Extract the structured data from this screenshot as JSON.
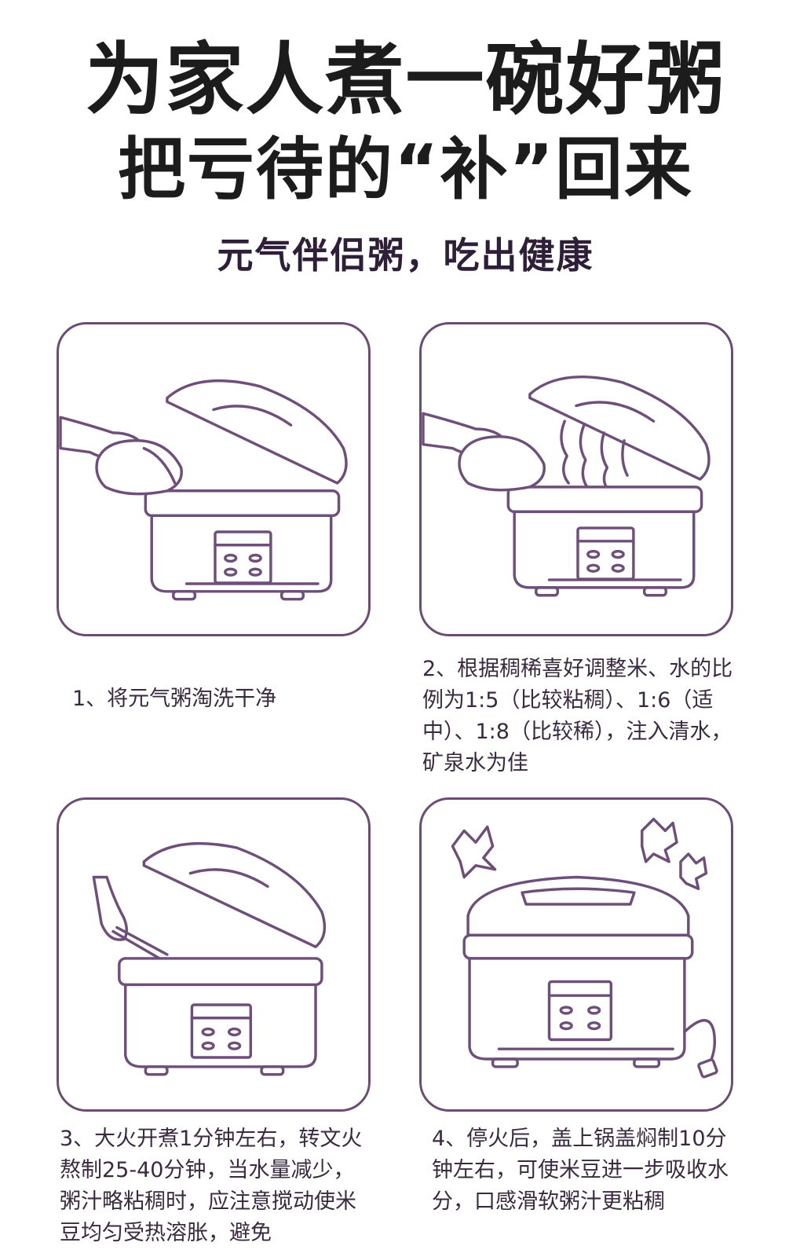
{
  "header": {
    "title_line1": "为家人煮一碗好粥",
    "title_line2": "把亏待的“补”回来",
    "subtitle": "元气伴侣粥，吃出健康"
  },
  "steps": [
    {
      "caption": "1、将元气粥淘洗干净"
    },
    {
      "caption": "2、根据稠稀喜好调整米、水的比例为1:5（比较粘稠）、1:6（适中）、1:8（比较稀），注入清水，矿泉水为佳"
    },
    {
      "caption": "3、大火开煮1分钟左右，转文火熬制25-40分钟，当水量减少，粥汁略粘稠时，应注意搅动使米豆均匀受热溶胀，避免"
    },
    {
      "caption": "4、停火后，盖上锅盖焖制10分钟左右，可使米豆进一步吸收水分，口感滑软粥汁更粘稠"
    }
  ]
}
